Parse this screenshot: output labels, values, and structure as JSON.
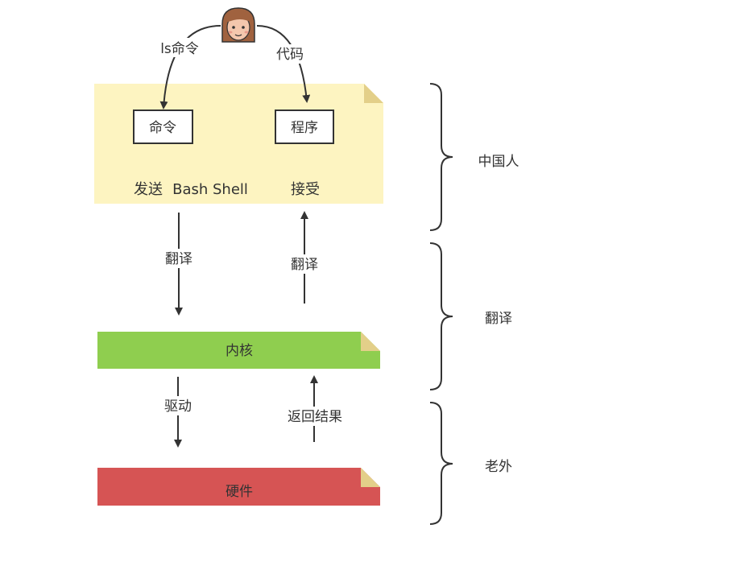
{
  "labels": {
    "ls_command": "ls命令",
    "code": "代码",
    "command_box": "命令",
    "program_box": "程序",
    "send": "发送",
    "bash_shell": "Bash Shell",
    "receive": "接受",
    "translate_down": "翻译",
    "translate_up": "翻译",
    "kernel": "内核",
    "driver": "驱动",
    "return_result": "返回结果",
    "hardware": "硬件",
    "group_chinese": "中国人",
    "group_translate": "翻译",
    "group_foreigner": "老外"
  },
  "colors": {
    "shell_note": "#fdf4c1",
    "kernel_note": "#8fce4f",
    "hardware_note": "#d65454",
    "note_fold": "#e3cf89",
    "stroke": "#333333",
    "face": "#f4c7ad",
    "hair": "#a0623f"
  },
  "icons": {
    "person": "woman-face-icon"
  }
}
